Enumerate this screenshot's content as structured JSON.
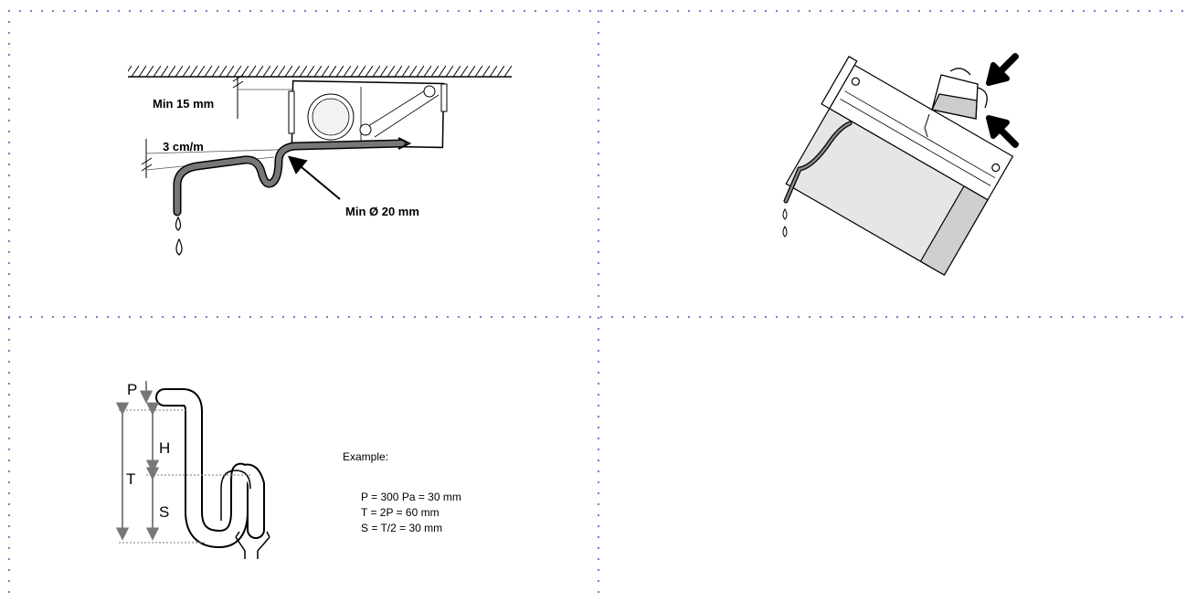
{
  "colors": {
    "grid_dots": "#5a78c8",
    "line": "#000000",
    "dimension": "#777777",
    "pipe_fill": "#777777"
  },
  "panel1": {
    "min_clearance": "Min 15 mm",
    "slope": "3 cm/m",
    "pipe_diameter": "Min Ø 20 mm"
  },
  "panel3": {
    "label_p": "P",
    "label_h": "H",
    "label_t": "T",
    "label_s": "S",
    "example_title": "Example:",
    "example_lines": [
      "P = 300 Pa = 30 mm",
      "T = 2P = 60 mm",
      "S = T/2 = 30 mm"
    ]
  }
}
